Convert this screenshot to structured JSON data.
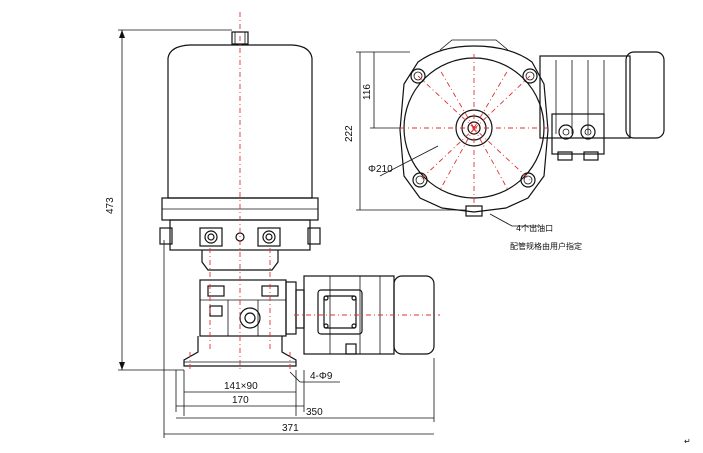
{
  "dimensions": {
    "height_total": "473",
    "height_upper": "222",
    "height_center": "116",
    "circle_diameter": "Φ210",
    "base_width_inner": "141×90",
    "base_width_mid": "170",
    "motor_width": "350",
    "total_width": "371",
    "mount_holes": "4-Φ9"
  },
  "notes": {
    "outlets": "4个出油口",
    "user_spec": "配管规格由用户指定"
  },
  "colors": {
    "line": "#111111",
    "centerline": "#e03030"
  }
}
